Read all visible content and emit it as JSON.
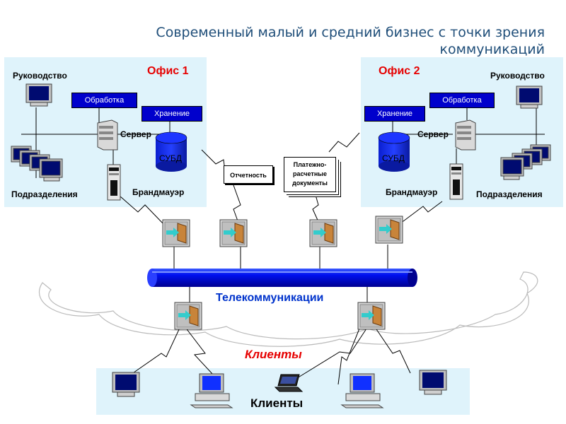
{
  "title_line1": "Современный малый и средний бизнес с точки зрения",
  "title_line2": "коммуникаций",
  "office1": {
    "title": "Офис 1",
    "management": "Руководство",
    "processing": "Обработка",
    "storage": "Хранение",
    "server": "Сервер",
    "dbms": "СУБД",
    "divisions": "Подразделения",
    "firewall": "Брандмауэр"
  },
  "office2": {
    "title": "Офис 2",
    "management": "Руководство",
    "processing": "Обработка",
    "storage": "Хранение",
    "server": "Сервер",
    "dbms": "СУБД",
    "divisions": "Подразделения",
    "firewall": "Брандмауэр"
  },
  "documents": {
    "report": "Отчетность",
    "payment_line1": "Платежно-",
    "payment_line2": "расчетные",
    "payment_line3": "документы"
  },
  "network": {
    "telecom": "Телекоммуникации",
    "clients_red": "Клиенты",
    "clients_black": "Клиенты"
  },
  "colors": {
    "office_bg": "#dff3fb",
    "pipe": "#0000ee",
    "box_blue": "#0000cc",
    "title_color": "#1f4e79",
    "red": "#e60000",
    "telecom_blue": "#0033cc"
  },
  "icons": {
    "monitor": "monitor-icon",
    "server": "server-tower-icon",
    "database": "database-cylinder-icon",
    "firewall": "firewall-tower-icon",
    "gateway": "network-gateway-icon",
    "laptop": "laptop-icon",
    "desktop": "desktop-computer-icon"
  }
}
